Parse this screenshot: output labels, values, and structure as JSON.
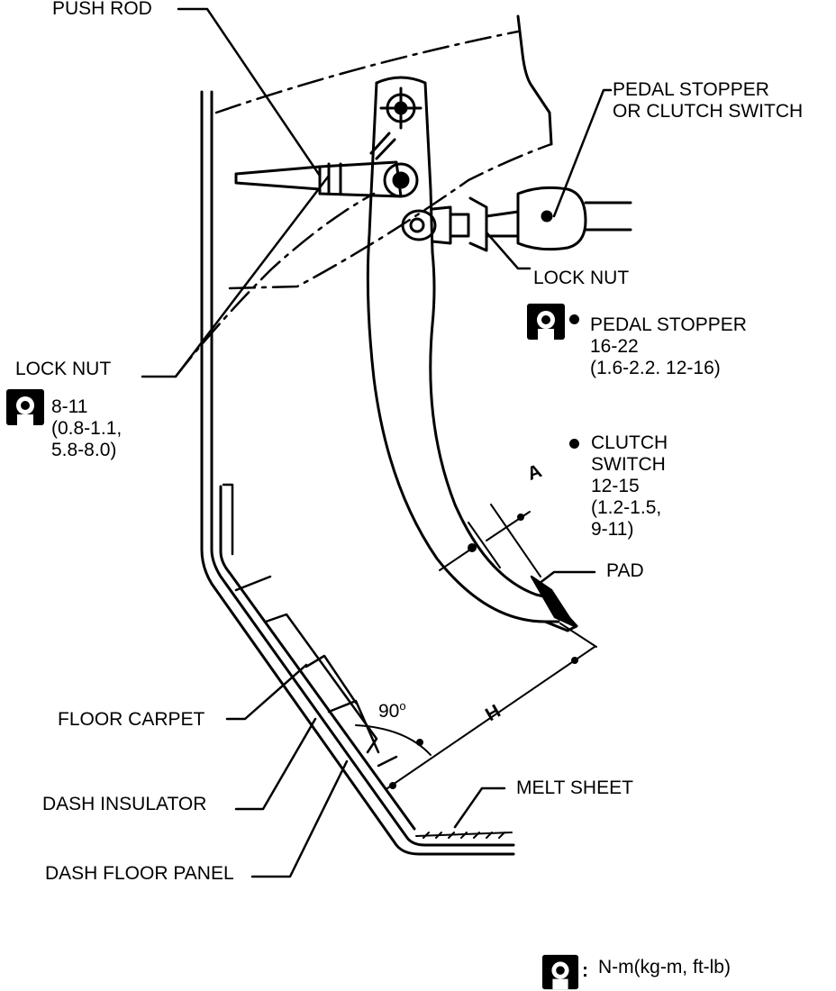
{
  "labels": {
    "push_rod": "PUSH ROD",
    "pedal_stopper_or_clutch_switch_1": "PEDAL STOPPER",
    "pedal_stopper_or_clutch_switch_2": "OR CLUTCH SWITCH",
    "lock_nut_right": "LOCK NUT",
    "lock_nut_left": "LOCK NUT",
    "pedal_stopper_torque": {
      "title": "PEDAL STOPPER",
      "line1": "16-22",
      "line2": "(1.6-2.2. 12-16)"
    },
    "lock_nut_torque": {
      "line1": "8-11",
      "line2": "(0.8-1.1,",
      "line3": "5.8-8.0)"
    },
    "clutch_switch_torque": {
      "line1": "CLUTCH",
      "line2": "SWITCH",
      "line3": "12-15",
      "line4": "(1.2-1.5,",
      "line5": "9-11)"
    },
    "dimension_a": "A",
    "dimension_h": "H",
    "angle": "90",
    "degree_mark": "o",
    "pad": "PAD",
    "floor_carpet": "FLOOR CARPET",
    "dash_insulator": "DASH INSULATOR",
    "dash_floor_panel": "DASH FLOOR PANEL",
    "melt_sheet": "MELT SHEET",
    "legend_units": "N-m(kg-m, ft-lb)",
    "legend_colon": ":"
  },
  "colors": {
    "ink": "#000000",
    "paper": "#ffffff"
  },
  "icons": [
    "torque-wrench-icon",
    "bullet-dot-icon"
  ]
}
